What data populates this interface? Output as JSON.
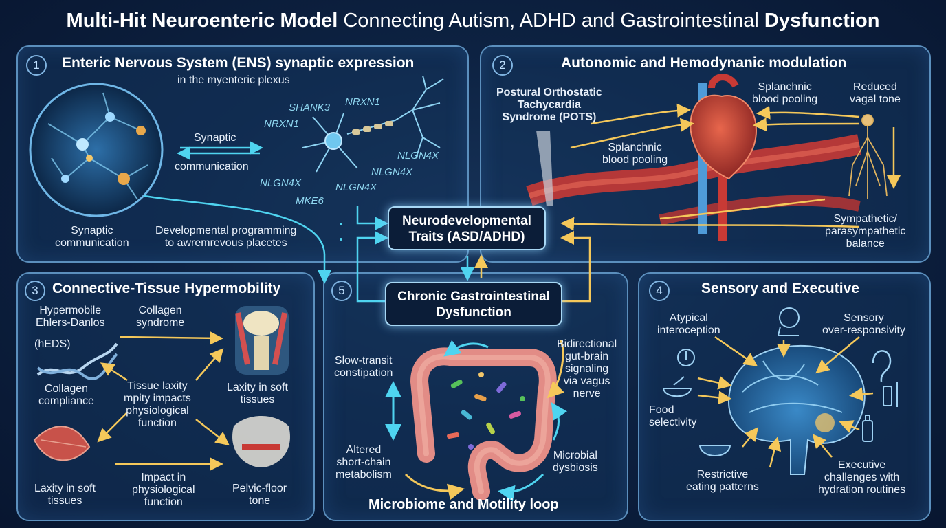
{
  "title": {
    "bold1": "Multi-Hit Neuroenteric Model",
    "normal": " Connecting Autism, ADHD and Gastrointestinal ",
    "bold2": "Dysfunction"
  },
  "central": {
    "neuro": "Neurodevelopmental\nTraits (ASD/ADHD)",
    "gi": "Chronic Gastrointestinal\nDysfunction"
  },
  "panel1": {
    "number": "1",
    "title": "Enteric Nervous System (ENS) synaptic expression",
    "subtitle": "in the myenteric plexus",
    "genes": [
      "SHANK3",
      "NRXN1",
      "NRXN1",
      "NLGN4X",
      "NLGN4X",
      "NLGN4X",
      "NLGN4X",
      "MKE6"
    ],
    "synaptic_top": "Synaptic",
    "communication": "communication",
    "synaptic_comm": "Synaptic\ncommunication",
    "dev_prog": "Developmental programming\nto awremrevous placetes"
  },
  "panel2": {
    "number": "2",
    "title": "Autonomic and Hemodynanic modulation",
    "pots": "Postural Orthostatic\nTachycardia\nSyndrome (POTS)",
    "splanchnic_top": "Splanchnic\nblood pooling",
    "reduced_vagal": "Reduced\nvagal tone",
    "splanchnic_mid": "Splanchnic\nblood pooling",
    "symp": "Sympathetic/\nparasympathetic\nbalance"
  },
  "panel3": {
    "number": "3",
    "title": "Connective-Tissue Hypermobility",
    "heds": "Hypermobile\nEhlers-Danlos",
    "heds_abbr": "(hEDS)",
    "collagen_syndrome": "Collagen\nsyndrome",
    "collagen_compliance": "Collagen\ncompliance",
    "tissue_laxity": "Tissue laxity\nmpity impacts\nphysiological\nfunction",
    "laxity_right": "Laxity in soft\ntissues",
    "laxity_left": "Laxity in soft\ntissues",
    "impact": "Impact in\nphysiological\nfunction",
    "pelvic": "Pelvic-floor\ntone"
  },
  "panel4": {
    "number": "4",
    "title": "Sensory and Executive",
    "interoception": "Atypical\ninteroception",
    "sensory": "Sensory\nover-responsivity",
    "food": "Food\nselectivity",
    "restrictive": "Restrictive\neating patterns",
    "executive": "Executive\nchallenges with\nhydration routines"
  },
  "panel5": {
    "number": "5",
    "title": "Microbiome and Motility loop",
    "slow": "Slow-transit\nconstipation",
    "bidirectional": "Bidirectional\ngut-brain\nsignaling\nvia vagus\nnerve",
    "altered": "Altered\nshort-chain\nmetabolism",
    "dysbiosis": "Microbial\ndysbiosis"
  },
  "colors": {
    "arrow_yellow": "#f5c85a",
    "arrow_cyan": "#4fd4f0",
    "panel_border": "#5b8fbd",
    "artery": "#c83a35"
  }
}
